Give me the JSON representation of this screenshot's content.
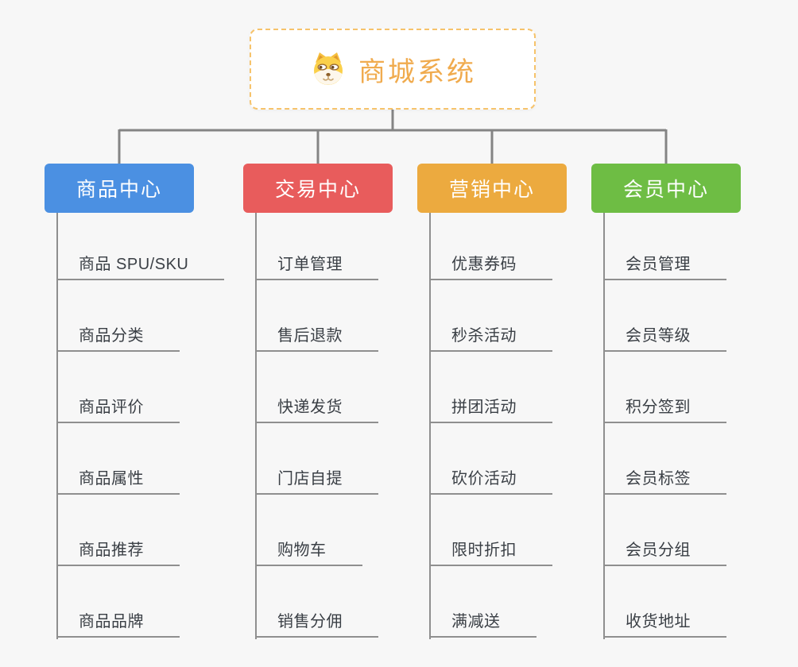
{
  "root": {
    "title": "商城系统",
    "icon": "dog-face-icon"
  },
  "branches": [
    {
      "label": "商品中心",
      "color": "#4b90e2",
      "children": [
        "商品 SPU/SKU",
        "商品分类",
        "商品评价",
        "商品属性",
        "商品推荐",
        "商品品牌"
      ]
    },
    {
      "label": "交易中心",
      "color": "#e85c5c",
      "children": [
        "订单管理",
        "售后退款",
        "快递发货",
        "门店自提",
        "购物车",
        "销售分佣"
      ]
    },
    {
      "label": "营销中心",
      "color": "#ecaa3f",
      "children": [
        "优惠券码",
        "秒杀活动",
        "拼团活动",
        "砍价活动",
        "限时折扣",
        "满减送"
      ]
    },
    {
      "label": "会员中心",
      "color": "#6ebd44",
      "children": [
        "会员管理",
        "会员等级",
        "积分签到",
        "会员标签",
        "会员分组",
        "收货地址"
      ]
    }
  ],
  "colors": {
    "background": "#f7f7f7",
    "connector": "#848484",
    "underline": "#8f8f8f",
    "root_border": "#f6c36b",
    "root_title": "#f0ab4e",
    "leaf_text": "#3a3f45"
  }
}
